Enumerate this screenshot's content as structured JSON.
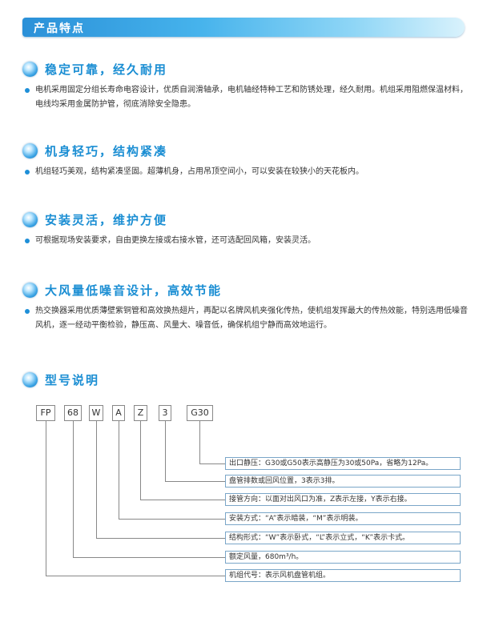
{
  "banner": {
    "title": "产品特点"
  },
  "sections": [
    {
      "title": "稳定可靠，经久耐用",
      "text": "电机采用固定分组长寿命电容设计，优质自润滑轴承，电机轴经特种工艺和防锈处理，经久耐用。机组采用阻燃保温材料，电线均采用金属防护管，彻底消除安全隐患。"
    },
    {
      "title": "机身轻巧，结构紧凑",
      "text": "机组轻巧美观，结构紧凑坚固。超薄机身，占用吊顶空间小，可以安装在较狭小的天花板内。"
    },
    {
      "title": "安装灵活，维护方便",
      "text": "可根据现场安装要求，自由更换左接或右接水管，还可选配回风箱，安装灵活。"
    },
    {
      "title": "大风量低噪音设计，高效节能",
      "text": "热交换器采用优质薄壁紫铜管和高效换热翅片，再配以名牌风机夹强化传热，使机组发挥最大的传热效能，特别选用低噪音风机，逐一经动平衡检验，静压高、风量大、噪音低，确保机组宁静而高效地运行。"
    },
    {
      "title": "型号说明",
      "text": ""
    }
  ],
  "model": {
    "codes": [
      "FP",
      "68",
      "W",
      "A",
      "Z",
      "3",
      "G30"
    ],
    "descriptions": [
      "出口静压：G30或G50表示高静压为30或50Pa，省略为12Pa。",
      "盘管排数或回风位置，3表示3排。",
      "接管方向：以面对出风口为准，Z表示左接，Y表示右接。",
      "安装方式：“A”表示暗装，“M”表示明装。",
      "结构形式：“W”表示卧式，“L”表示立式，“K”表示卡式。",
      "额定风量，680m³/h。",
      "机组代号：表示风机盘管机组。"
    ]
  }
}
